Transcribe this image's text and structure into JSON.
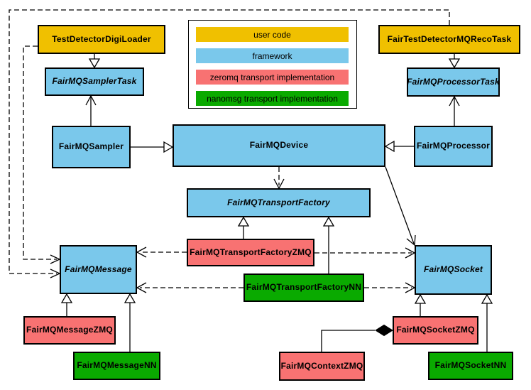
{
  "colors": {
    "user_code": "#F0C000",
    "framework": "#7AC8EB",
    "zeromq_impl": "#F87272",
    "nanomsg_impl": "#0AAA00",
    "line": "#000000",
    "background": "#FFFFFF"
  },
  "legend": {
    "items": [
      {
        "label": "user code",
        "color": "#F0C000"
      },
      {
        "label": "framework",
        "color": "#7AC8EB"
      },
      {
        "label": "zeromq transport implementation",
        "color": "#F87272"
      },
      {
        "label": "nanomsg transport implementation",
        "color": "#0AAA00"
      }
    ]
  },
  "nodes": {
    "testDetectorDigiLoader": {
      "label": "TestDetectorDigiLoader",
      "category": "user code",
      "abstract": false
    },
    "fairTestDetectorMQRecoTask": {
      "label": "FairTestDetectorMQRecoTask",
      "category": "user code",
      "abstract": false
    },
    "fairMQSamplerTask": {
      "label": "FairMQSamplerTask",
      "category": "framework",
      "abstract": true
    },
    "fairMQProcessorTask": {
      "label": "FairMQProcessorTask",
      "category": "framework",
      "abstract": true
    },
    "fairMQSampler": {
      "label": "FairMQSampler",
      "category": "framework",
      "abstract": false
    },
    "fairMQDevice": {
      "label": "FairMQDevice",
      "category": "framework",
      "abstract": false
    },
    "fairMQProcessor": {
      "label": "FairMQProcessor",
      "category": "framework",
      "abstract": false
    },
    "fairMQTransportFactory": {
      "label": "FairMQTransportFactory",
      "category": "framework",
      "abstract": true
    },
    "fairMQTransportFactoryZMQ": {
      "label": "FairMQTransportFactoryZMQ",
      "category": "zeromq transport implementation",
      "abstract": false
    },
    "fairMQTransportFactoryNN": {
      "label": "FairMQTransportFactoryNN",
      "category": "nanomsg transport implementation",
      "abstract": false
    },
    "fairMQMessage": {
      "label": "FairMQMessage",
      "category": "framework",
      "abstract": true
    },
    "fairMQSocket": {
      "label": "FairMQSocket",
      "category": "framework",
      "abstract": true
    },
    "fairMQMessageZMQ": {
      "label": "FairMQMessageZMQ",
      "category": "zeromq transport implementation",
      "abstract": false
    },
    "fairMQMessageNN": {
      "label": "FairMQMessageNN",
      "category": "nanomsg transport implementation",
      "abstract": false
    },
    "fairMQSocketZMQ": {
      "label": "FairMQSocketZMQ",
      "category": "zeromq transport implementation",
      "abstract": false
    },
    "fairMQContextZMQ": {
      "label": "FairMQContextZMQ",
      "category": "zeromq transport implementation",
      "abstract": false
    },
    "fairMQSocketNN": {
      "label": "FairMQSocketNN",
      "category": "nanomsg transport implementation",
      "abstract": false
    }
  },
  "edges": [
    {
      "from": "TestDetectorDigiLoader",
      "to": "FairMQSamplerTask",
      "type": "generalization"
    },
    {
      "from": "FairMQSampler",
      "to": "FairMQSamplerTask",
      "type": "association"
    },
    {
      "from": "FairTestDetectorMQRecoTask",
      "to": "FairMQProcessorTask",
      "type": "generalization"
    },
    {
      "from": "FairMQProcessor",
      "to": "FairMQProcessorTask",
      "type": "association"
    },
    {
      "from": "FairMQSampler",
      "to": "FairMQDevice",
      "type": "generalization"
    },
    {
      "from": "FairMQProcessor",
      "to": "FairMQDevice",
      "type": "generalization"
    },
    {
      "from": "FairMQDevice",
      "to": "FairMQTransportFactory",
      "type": "dependency"
    },
    {
      "from": "FairMQTransportFactoryZMQ",
      "to": "FairMQTransportFactory",
      "type": "generalization"
    },
    {
      "from": "FairMQTransportFactoryNN",
      "to": "FairMQTransportFactory",
      "type": "generalization"
    },
    {
      "from": "FairMQTransportFactoryZMQ",
      "to": "FairMQMessage",
      "type": "dependency"
    },
    {
      "from": "FairMQTransportFactoryZMQ",
      "to": "FairMQSocket",
      "type": "dependency"
    },
    {
      "from": "FairMQTransportFactoryNN",
      "to": "FairMQMessage",
      "type": "dependency"
    },
    {
      "from": "FairMQTransportFactoryNN",
      "to": "FairMQSocket",
      "type": "dependency"
    },
    {
      "from": "FairMQDevice",
      "to": "FairMQSocket",
      "type": "association"
    },
    {
      "from": "TestDetectorDigiLoader",
      "to": "FairMQMessage",
      "type": "dependency"
    },
    {
      "from": "FairTestDetectorMQRecoTask",
      "to": "FairMQMessage",
      "type": "dependency"
    },
    {
      "from": "FairMQMessageZMQ",
      "to": "FairMQMessage",
      "type": "generalization"
    },
    {
      "from": "FairMQMessageNN",
      "to": "FairMQMessage",
      "type": "generalization"
    },
    {
      "from": "FairMQSocketZMQ",
      "to": "FairMQSocket",
      "type": "generalization"
    },
    {
      "from": "FairMQSocketNN",
      "to": "FairMQSocket",
      "type": "generalization"
    },
    {
      "from": "FairMQContextZMQ",
      "to": "FairMQSocketZMQ",
      "type": "composition"
    }
  ]
}
